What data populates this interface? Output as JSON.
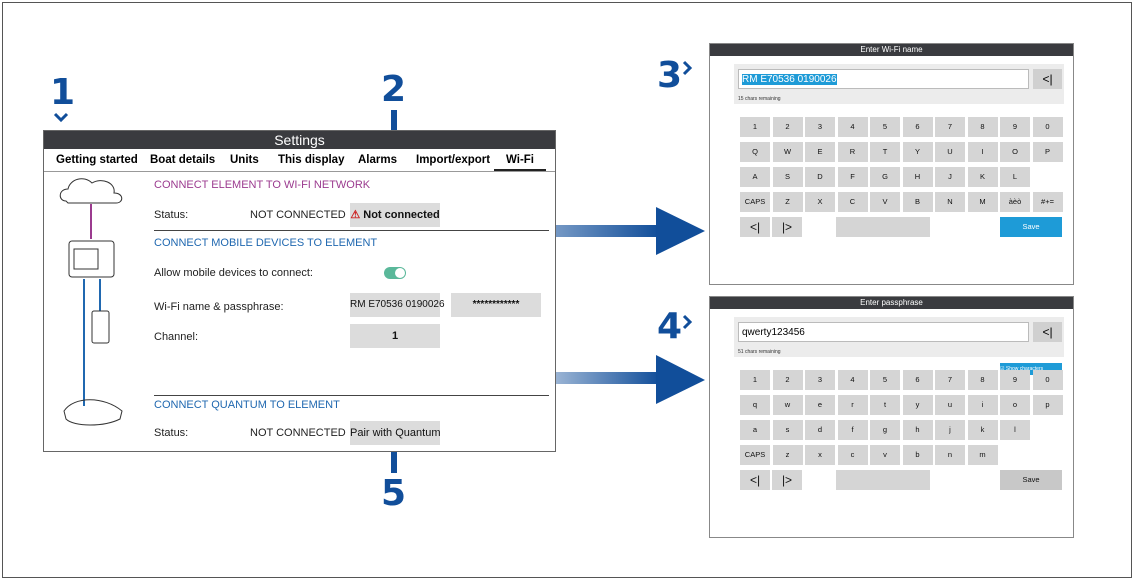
{
  "callouts": {
    "c1": "1",
    "c2": "2",
    "c3": "3",
    "c4": "4",
    "c5": "5"
  },
  "settings": {
    "title": "Settings",
    "tabs": [
      "Getting started",
      "Boat details",
      "Units",
      "This display",
      "Alarms",
      "Import/export",
      "Wi-Fi"
    ],
    "section1": "CONNECT ELEMENT TO WI-FI NETWORK",
    "status_label": "Status:",
    "status_value": "NOT CONNECTED",
    "not_connected_button": "Not connected",
    "section2": "CONNECT MOBILE DEVICES TO ELEMENT",
    "allow_label": "Allow mobile devices to connect:",
    "allow_on": true,
    "wifi_label": "Wi-Fi name & passphrase:",
    "wifi_name": "RM E70536 0190026",
    "passphrase": "************",
    "channel_label": "Channel:",
    "channel_value": "1",
    "section3": "CONNECT QUANTUM TO ELEMENT",
    "status2_label": "Status:",
    "status2_value": "NOT CONNECTED",
    "pair_button": "Pair with Quantum"
  },
  "kb1": {
    "title": "Enter Wi-Fi name",
    "value": "RM E70536 0190026",
    "remaining": "15 chars remaining",
    "row1": [
      "1",
      "2",
      "3",
      "4",
      "5",
      "6",
      "7",
      "8",
      "9",
      "0"
    ],
    "row2": [
      "Q",
      "W",
      "E",
      "R",
      "T",
      "Y",
      "U",
      "I",
      "O",
      "P"
    ],
    "row3": [
      "A",
      "S",
      "D",
      "F",
      "G",
      "H",
      "J",
      "K",
      "L"
    ],
    "row4": [
      "CAPS",
      "Z",
      "X",
      "C",
      "V",
      "B",
      "N",
      "M",
      "àèò",
      "#+="
    ],
    "save": "Save"
  },
  "kb2": {
    "title": "Enter passphrase",
    "value": "qwerty123456",
    "remaining": "51 chars remaining",
    "show_characters": "Show characters",
    "row1": [
      "1",
      "2",
      "3",
      "4",
      "5",
      "6",
      "7",
      "8",
      "9",
      "0"
    ],
    "row2": [
      "q",
      "w",
      "e",
      "r",
      "t",
      "y",
      "u",
      "i",
      "o",
      "p"
    ],
    "row3": [
      "a",
      "s",
      "d",
      "f",
      "g",
      "h",
      "j",
      "k",
      "l"
    ],
    "row4": [
      "CAPS",
      "z",
      "x",
      "c",
      "v",
      "b",
      "n",
      "m"
    ],
    "save": "Save"
  },
  "colors": {
    "accent": "#114e9a",
    "purple": "#9b3b8f",
    "blue": "#2068b0",
    "key_blue": "#1e9bd7"
  }
}
